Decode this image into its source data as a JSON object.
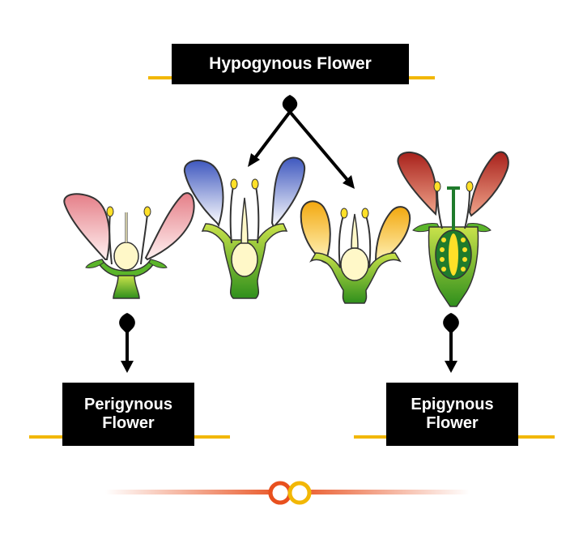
{
  "labels": {
    "hypogynous": "Hypogynous Flower",
    "perigynous_line1": "Perigynous",
    "perigynous_line2": "Flower",
    "epigynous_line1": "Epigynous",
    "epigynous_line2": "Flower"
  },
  "icons": {
    "arrows": "arrow-icon",
    "logo": "infinity-logo-icon"
  },
  "colors": {
    "label_bg": "#000000",
    "label_text": "#ffffff",
    "underline": "#f2b705",
    "petal_pink": "#e8939b",
    "petal_blue": "#4a63c4",
    "petal_yellow": "#f3b81a",
    "petal_red": "#b52a22",
    "receptacle_green": "#5bb52a",
    "ovary_cream": "#fff8c8",
    "logo_orange": "#e8501e"
  }
}
